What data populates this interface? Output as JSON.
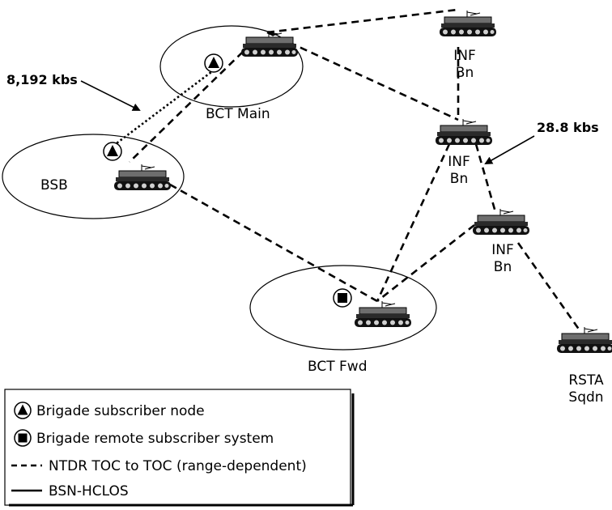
{
  "nodes": {
    "bct_main": "BCT Main",
    "bsb": "BSB",
    "bct_fwd": "BCT Fwd",
    "inf_top": [
      "INF",
      "Bn"
    ],
    "inf_mid": [
      "INF",
      "Bn"
    ],
    "inf_low": [
      "INF",
      "Bn"
    ],
    "rsta": [
      "RSTA",
      "Sqdn"
    ]
  },
  "rates": {
    "left": "8,192 kbs",
    "right": "28.8 kbs"
  },
  "legend": {
    "items": [
      {
        "icon": "triangle-node-icon",
        "label": "Brigade subscriber node"
      },
      {
        "icon": "square-node-icon",
        "label": "Brigade remote subscriber system"
      },
      {
        "icon": "dashed-line-icon",
        "label": "NTDR TOC to TOC (range-dependent)"
      },
      {
        "icon": "solid-line-icon",
        "label": "BSN-HCLOS"
      }
    ]
  }
}
